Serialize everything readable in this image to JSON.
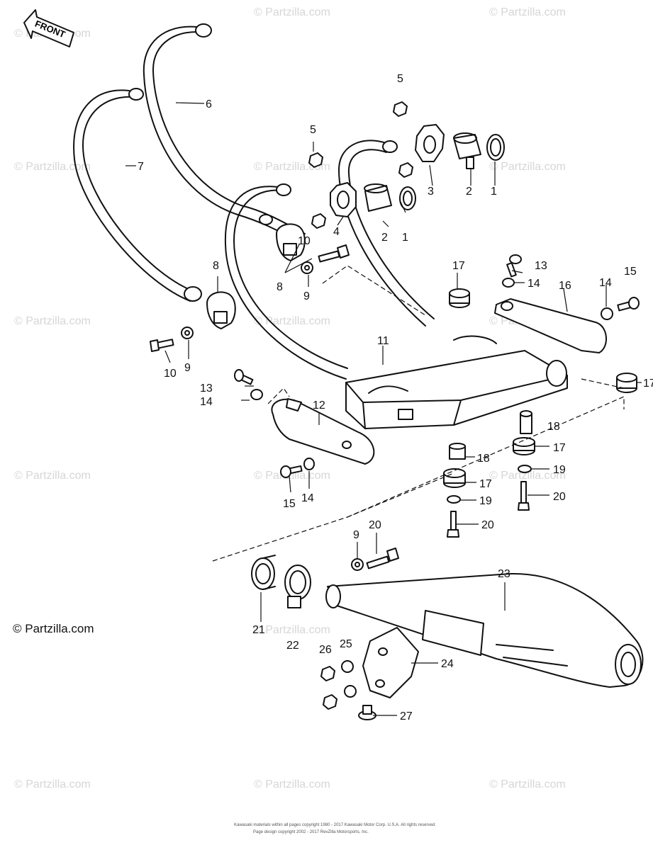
{
  "front_label": "FRONT",
  "watermark": "© Partzilla.com",
  "credit": "© Partzilla.com",
  "copyright_lines": [
    "Kawasaki materials within all pages copyright 1980 - 2017 Kawasaki Motor Corp. U.S.A. All rights reserved.",
    "Page design copyright 2002 - 2017 RevZilla Motorsports, Inc."
  ],
  "callouts": {
    "c1a": "1",
    "c1b": "1",
    "c2a": "2",
    "c2b": "2",
    "c3": "3",
    "c4": "4",
    "c5a": "5",
    "c5b": "5",
    "c6": "6",
    "c7": "7",
    "c8a": "8",
    "c8b": "8",
    "c9a": "9",
    "c9b": "9",
    "c9c": "9",
    "c10a": "10",
    "c10b": "10",
    "c11": "11",
    "c12": "12",
    "c13a": "13",
    "c13b": "13",
    "c14a": "14",
    "c14b": "14",
    "c14c": "14",
    "c14d": "14",
    "c15a": "15",
    "c15b": "15",
    "c16": "16",
    "c17a": "17",
    "c17b": "17",
    "c17c": "17",
    "c17d": "17",
    "c18a": "18",
    "c18b": "18",
    "c19a": "19",
    "c19b": "19",
    "c20a": "20",
    "c20b": "20",
    "c20c": "20",
    "c21": "21",
    "c22": "22",
    "c23": "23",
    "c24": "24",
    "c25": "25",
    "c26": "26",
    "c27": "27"
  }
}
